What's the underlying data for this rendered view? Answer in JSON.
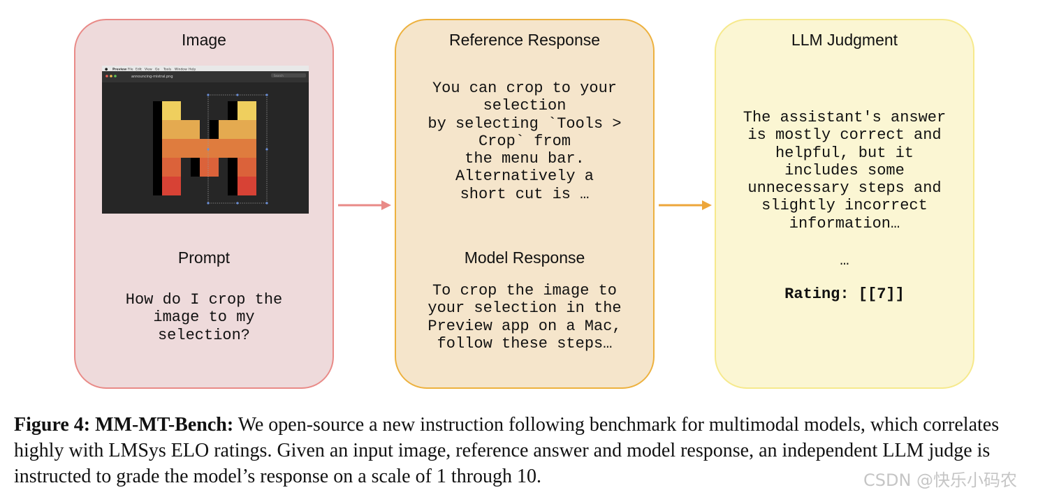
{
  "panels": {
    "image": {
      "title": "Image",
      "prompt_title": "Prompt",
      "prompt_text": "How do I crop the\nimage to my\nselection?"
    },
    "reference": {
      "title": "Reference Response",
      "text": "You can crop to your\nselection\nby selecting `Tools >\nCrop` from\nthe menu bar.\nAlternatively a\nshort cut is …",
      "model_title": "Model Response",
      "model_text": "To crop the image to\nyour selection in the\nPreview app on a Mac,\nfollow these steps…"
    },
    "judgment": {
      "title": "LLM Judgment",
      "text": "The assistant's answer\nis mostly correct and\nhelpful, but it\nincludes some\nunnecessary steps and\nslightly incorrect\ninformation…",
      "ellipsis": "…",
      "rating": "Rating: [[7]]"
    }
  },
  "screenshot": {
    "menu": [
      "Preview",
      "File",
      "Edit",
      "View",
      "Go",
      "Tools",
      "Window",
      "Help"
    ],
    "filename": "announcing-mistral.png",
    "search_placeholder": "Search"
  },
  "caption": {
    "label": "Figure 4:",
    "bold": "MM-MT-Bench:",
    "text": "We open-source a new instruction following benchmark for multimodal models, which correlates highly with LMSys ELO ratings. Given an input image, reference answer and model response, an independent LLM judge is instructed to grade the model’s response on a scale of 1 through 10."
  },
  "watermark": "CSDN @快乐小码农",
  "colors": {
    "image_panel": "#EEDADB",
    "reference_panel": "#F5E5CB",
    "judgment_panel": "#FBF6D3",
    "arrow1": "#E98A87",
    "arrow2": "#EDA63A"
  }
}
